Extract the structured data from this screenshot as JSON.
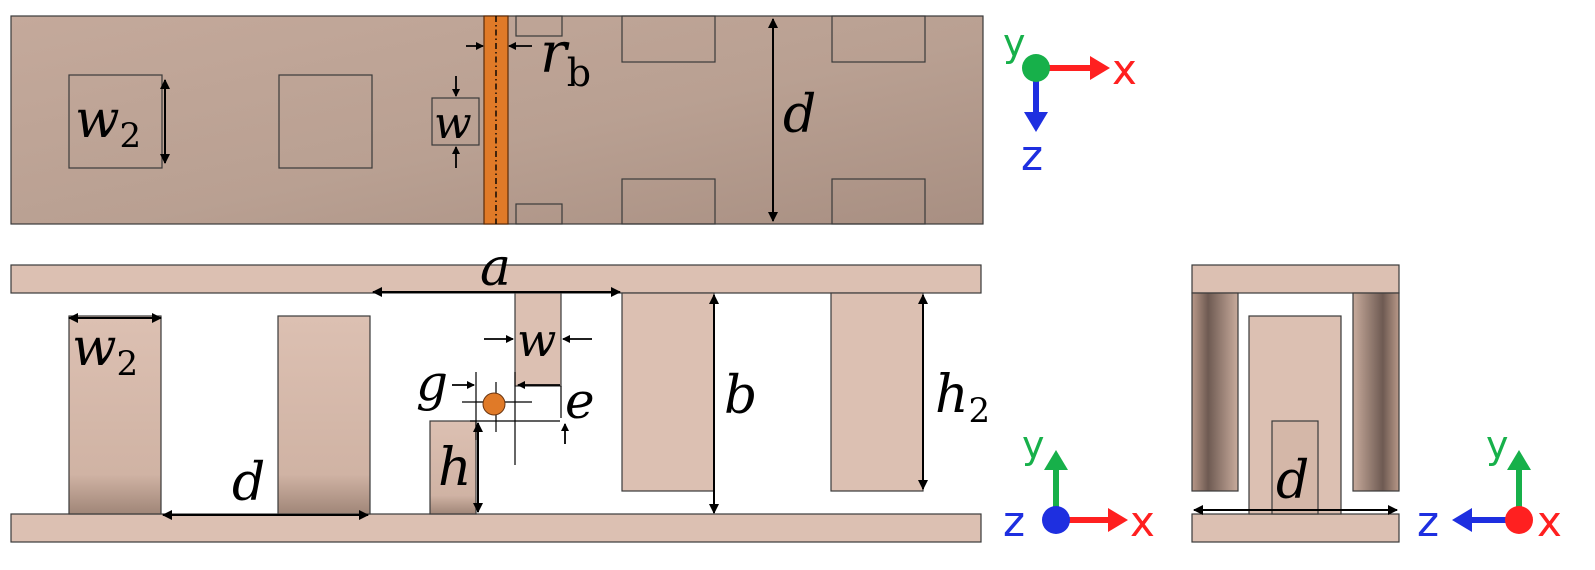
{
  "colors": {
    "metal": "#bfa597",
    "metal_light": "#dcc0b2",
    "outline": "#3a3a3a",
    "pin": "#e07a28",
    "axis_x": "#ff2020",
    "axis_y": "#17b04a",
    "axis_z": "#1e2fe0"
  },
  "top_view": {
    "labels": {
      "w2": "w",
      "w2_sub": "2",
      "w": "w",
      "rb": "r",
      "rb_sub": "b",
      "d": "d"
    },
    "axes": {
      "x": "x",
      "y": "y",
      "z": "z",
      "out_of_page": "y-circle-green-icon"
    }
  },
  "side_view": {
    "labels": {
      "a": "a",
      "w2": "w",
      "w2_sub": "2",
      "w": "w",
      "g": "g",
      "e": "e",
      "b": "b",
      "h2": "h",
      "h2_sub": "2",
      "h": "h",
      "d": "d"
    },
    "axes": {
      "x": "x",
      "y": "y",
      "z": "z",
      "out_of_page": "z-circle-blue-icon"
    }
  },
  "end_view": {
    "labels": {
      "d": "d"
    },
    "axes": {
      "x": "x",
      "y": "y",
      "z": "z",
      "out_of_page": "x-circle-red-icon"
    }
  }
}
